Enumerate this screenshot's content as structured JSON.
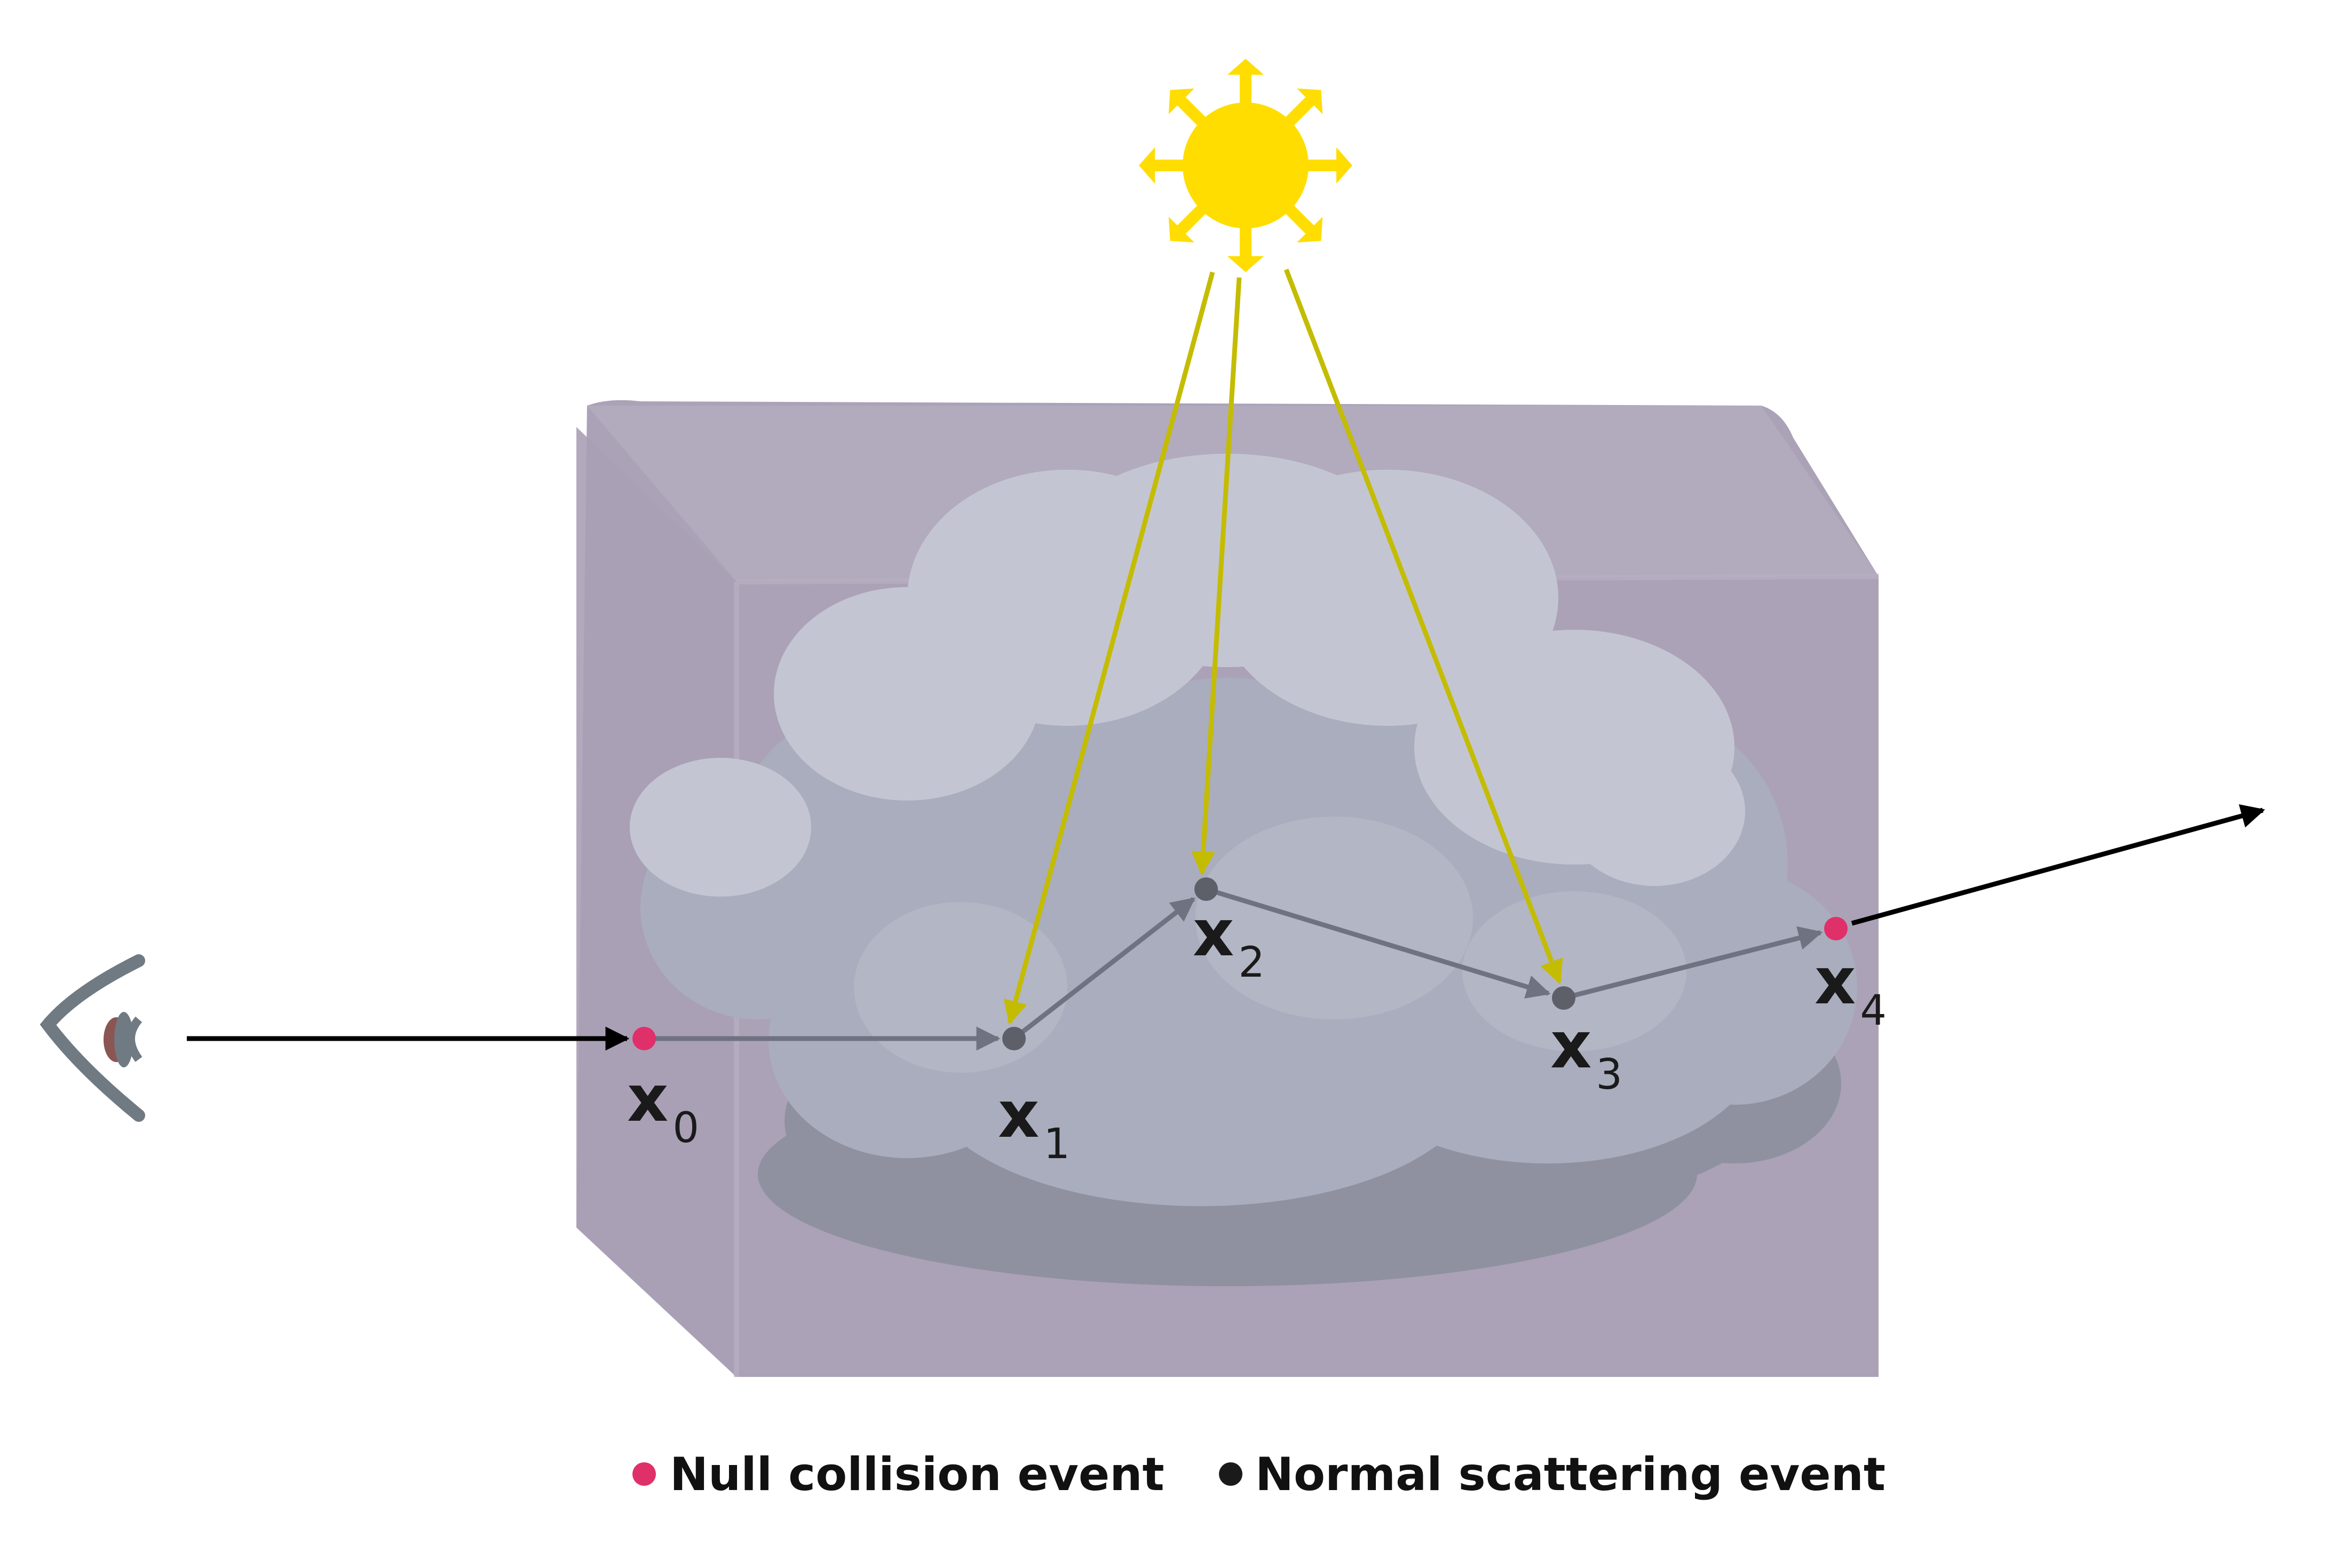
{
  "colors": {
    "volume_box": "#a79db3",
    "volume_box_edge": "#b6aec0",
    "cloud_light": "#c3c6d2",
    "cloud_mid": "#a9adbd",
    "cloud_shadow": "#8f91a0",
    "sun": "#ffdd00",
    "sun_ray": "#c4bc00",
    "path": "#6f7280",
    "outside_ray": "#000000",
    "null_event": "#e0306a",
    "scatter_event": "#1a1a1a",
    "eye": "#707a82"
  },
  "icons": {
    "viewer": "eye-icon",
    "light_source": "sun-icon"
  },
  "points": [
    {
      "base": "x",
      "sub": "0",
      "event": "null"
    },
    {
      "base": "x",
      "sub": "1",
      "event": "scatter"
    },
    {
      "base": "x",
      "sub": "2",
      "event": "scatter"
    },
    {
      "base": "x",
      "sub": "3",
      "event": "scatter"
    },
    {
      "base": "x",
      "sub": "4",
      "event": "null"
    }
  ],
  "legend": {
    "null_label": "Null collision event",
    "scatter_label": "Normal scattering event"
  }
}
